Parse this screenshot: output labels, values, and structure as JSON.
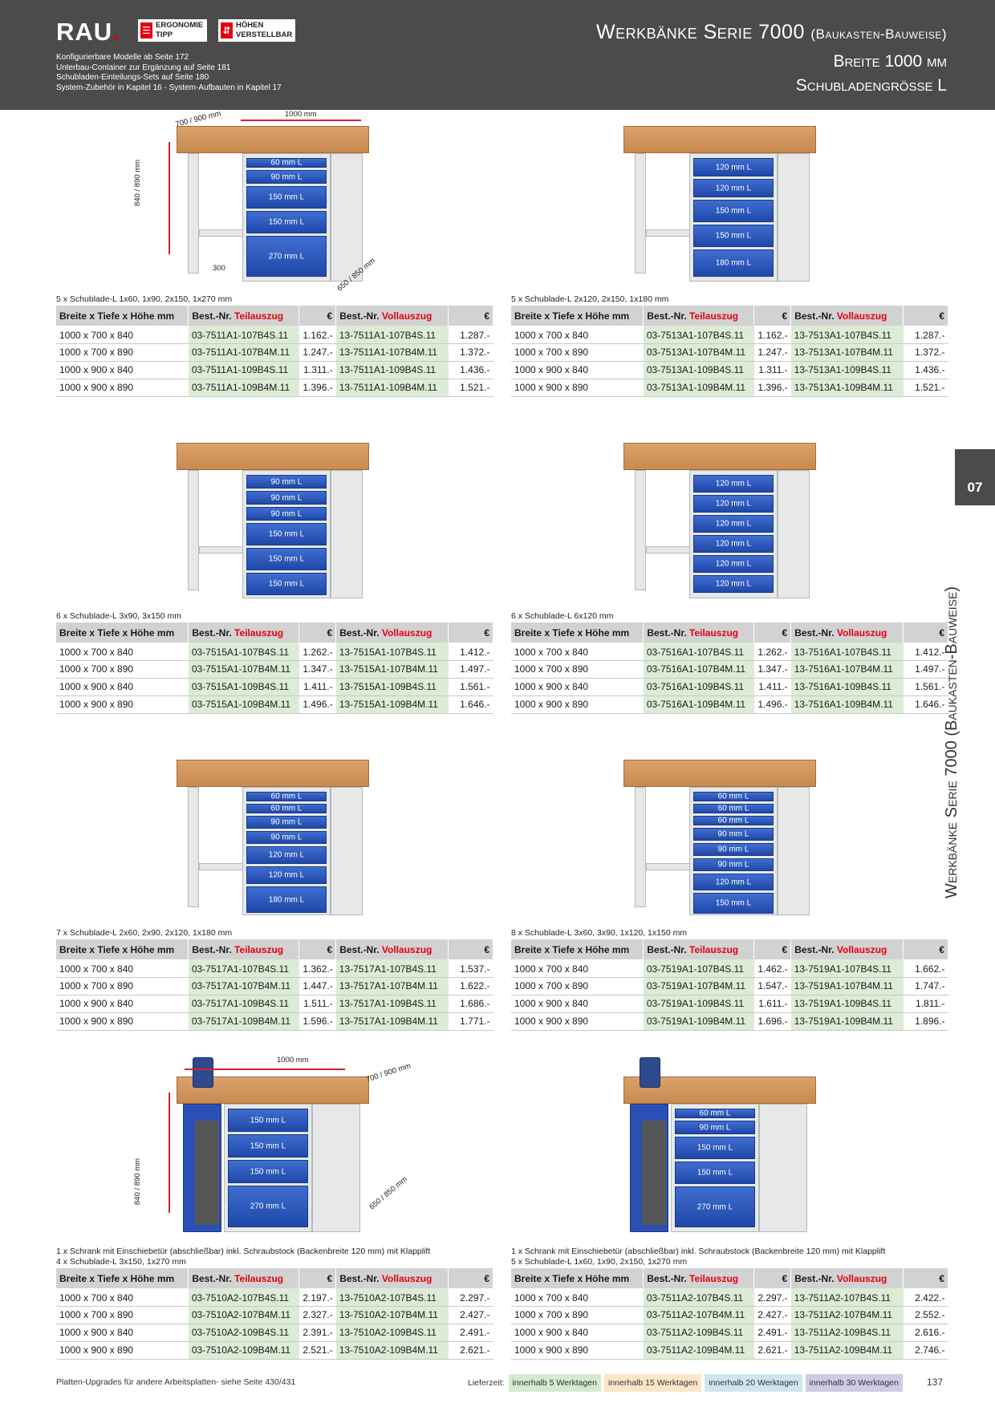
{
  "header": {
    "logo": "RAU",
    "badge_ergonomie": "ERGONOMIE",
    "badge_tipp": "TIPP",
    "badge_hoehen": "HÖHEN",
    "badge_verstellbar": "VERSTELLBAR",
    "notes": [
      "Konfigurierbare Modelle ab Seite 172",
      "Unterbau-Container zur Ergänzung auf Seite 181",
      "Schubladen-Einteilungs-Sets auf Seite 180",
      "System-Zubehör in Kapitel 16 - System-Aufbauten in Kapitel 17"
    ],
    "title": "Werkbänke Serie 7000",
    "title_suffix": "(Baukasten-Bauweise)",
    "subtitle1": "Breite 1000 mm",
    "subtitle2": "Schubladengrösse L",
    "accent_color": "#e3000f",
    "header_bg": "#4b4b4b"
  },
  "side": {
    "tab": "07",
    "text": "Werkbänke Serie 7000 (Baukasten-Bauweise)"
  },
  "table_headers": {
    "size": "Breite x Tiefe x Höhe mm",
    "best1": "Best.-Nr.",
    "teil": "Teilauszug",
    "eur": "€",
    "best2": "Best.-Nr.",
    "voll": "Vollauszug"
  },
  "dimensions": {
    "depth": "700 / 900 mm",
    "width": "1000 mm",
    "height": "840 / 890 mm",
    "leg": "300",
    "cabinet_depth": "650 / 850 mm"
  },
  "products": [
    {
      "caption": "5 x Schublade-L 1x60, 1x90, 2x150, 1x270 mm",
      "drawers": [
        "60 mm L",
        "90 mm L",
        "150 mm L",
        "150 mm L",
        "270 mm L"
      ],
      "rows": [
        {
          "size": "1000 x 700 x 840",
          "teil": "03-7511A1-107B4S.11",
          "teil_price": "1.162.-",
          "voll": "13-7511A1-107B4S.11",
          "voll_price": "1.287.-"
        },
        {
          "size": "1000 x 700 x 890",
          "teil": "03-7511A1-107B4M.11",
          "teil_price": "1.247.-",
          "voll": "13-7511A1-107B4M.11",
          "voll_price": "1.372.-"
        },
        {
          "size": "1000 x 900 x 840",
          "teil": "03-7511A1-109B4S.11",
          "teil_price": "1.311.-",
          "voll": "13-7511A1-109B4S.11",
          "voll_price": "1.436.-"
        },
        {
          "size": "1000 x 900 x 890",
          "teil": "03-7511A1-109B4M.11",
          "teil_price": "1.396.-",
          "voll": "13-7511A1-109B4M.11",
          "voll_price": "1.521.-"
        }
      ]
    },
    {
      "caption": "5 x Schublade-L 2x120, 2x150, 1x180 mm",
      "drawers": [
        "120 mm L",
        "120 mm L",
        "150 mm L",
        "150 mm L",
        "180 mm L"
      ],
      "rows": [
        {
          "size": "1000 x 700 x 840",
          "teil": "03-7513A1-107B4S.11",
          "teil_price": "1.162.-",
          "voll": "13-7513A1-107B4S.11",
          "voll_price": "1.287.-"
        },
        {
          "size": "1000 x 700 x 890",
          "teil": "03-7513A1-107B4M.11",
          "teil_price": "1.247.-",
          "voll": "13-7513A1-107B4M.11",
          "voll_price": "1.372.-"
        },
        {
          "size": "1000 x 900 x 840",
          "teil": "03-7513A1-109B4S.11",
          "teil_price": "1.311.-",
          "voll": "13-7513A1-109B4S.11",
          "voll_price": "1.436.-"
        },
        {
          "size": "1000 x 900 x 890",
          "teil": "03-7513A1-109B4M.11",
          "teil_price": "1.396.-",
          "voll": "13-7513A1-109B4M.11",
          "voll_price": "1.521.-"
        }
      ]
    },
    {
      "caption": "6 x Schublade-L 3x90, 3x150 mm",
      "drawers": [
        "90 mm L",
        "90 mm L",
        "90 mm L",
        "150 mm L",
        "150 mm L",
        "150 mm L"
      ],
      "rows": [
        {
          "size": "1000 x 700 x 840",
          "teil": "03-7515A1-107B4S.11",
          "teil_price": "1.262.-",
          "voll": "13-7515A1-107B4S.11",
          "voll_price": "1.412.-"
        },
        {
          "size": "1000 x 700 x 890",
          "teil": "03-7515A1-107B4M.11",
          "teil_price": "1.347.-",
          "voll": "13-7515A1-107B4M.11",
          "voll_price": "1.497.-"
        },
        {
          "size": "1000 x 900 x 840",
          "teil": "03-7515A1-109B4S.11",
          "teil_price": "1.411.-",
          "voll": "13-7515A1-109B4S.11",
          "voll_price": "1.561.-"
        },
        {
          "size": "1000 x 900 x 890",
          "teil": "03-7515A1-109B4M.11",
          "teil_price": "1.496.-",
          "voll": "13-7515A1-109B4M.11",
          "voll_price": "1.646.-"
        }
      ]
    },
    {
      "caption": "6 x Schublade-L 6x120 mm",
      "drawers": [
        "120 mm L",
        "120 mm L",
        "120 mm L",
        "120 mm L",
        "120 mm L",
        "120 mm L"
      ],
      "rows": [
        {
          "size": "1000 x 700 x 840",
          "teil": "03-7516A1-107B4S.11",
          "teil_price": "1.262.-",
          "voll": "13-7516A1-107B4S.11",
          "voll_price": "1.412.-"
        },
        {
          "size": "1000 x 700 x 890",
          "teil": "03-7516A1-107B4M.11",
          "teil_price": "1.347.-",
          "voll": "13-7516A1-107B4M.11",
          "voll_price": "1.497.-"
        },
        {
          "size": "1000 x 900 x 840",
          "teil": "03-7516A1-109B4S.11",
          "teil_price": "1.411.-",
          "voll": "13-7516A1-109B4S.11",
          "voll_price": "1.561.-"
        },
        {
          "size": "1000 x 900 x 890",
          "teil": "03-7516A1-109B4M.11",
          "teil_price": "1.496.-",
          "voll": "13-7516A1-109B4M.11",
          "voll_price": "1.646.-"
        }
      ]
    },
    {
      "caption": "7 x Schublade-L 2x60, 2x90, 2x120, 1x180 mm",
      "drawers": [
        "60 mm L",
        "60 mm L",
        "90 mm L",
        "90 mm L",
        "120 mm L",
        "120 mm L",
        "180 mm L"
      ],
      "rows": [
        {
          "size": "1000 x 700 x 840",
          "teil": "03-7517A1-107B4S.11",
          "teil_price": "1.362.-",
          "voll": "13-7517A1-107B4S.11",
          "voll_price": "1.537.-"
        },
        {
          "size": "1000 x 700 x 890",
          "teil": "03-7517A1-107B4M.11",
          "teil_price": "1.447.-",
          "voll": "13-7517A1-107B4M.11",
          "voll_price": "1.622.-"
        },
        {
          "size": "1000 x 900 x 840",
          "teil": "03-7517A1-109B4S.11",
          "teil_price": "1.511.-",
          "voll": "13-7517A1-109B4S.11",
          "voll_price": "1.686.-"
        },
        {
          "size": "1000 x 900 x 890",
          "teil": "03-7517A1-109B4M.11",
          "teil_price": "1.596.-",
          "voll": "13-7517A1-109B4M.11",
          "voll_price": "1.771.-"
        }
      ]
    },
    {
      "caption": "8 x Schublade-L 3x60, 3x90, 1x120, 1x150 mm",
      "drawers": [
        "60 mm L",
        "60 mm L",
        "60 mm L",
        "90 mm L",
        "90 mm L",
        "90 mm L",
        "120 mm L",
        "150 mm L"
      ],
      "rows": [
        {
          "size": "1000 x 700 x 840",
          "teil": "03-7519A1-107B4S.11",
          "teil_price": "1.462.-",
          "voll": "13-7519A1-107B4S.11",
          "voll_price": "1.662.-"
        },
        {
          "size": "1000 x 700 x 890",
          "teil": "03-7519A1-107B4M.11",
          "teil_price": "1.547.-",
          "voll": "13-7519A1-107B4M.11",
          "voll_price": "1.747.-"
        },
        {
          "size": "1000 x 900 x 840",
          "teil": "03-7519A1-109B4S.11",
          "teil_price": "1.611.-",
          "voll": "13-7519A1-109B4S.11",
          "voll_price": "1.811.-"
        },
        {
          "size": "1000 x 900 x 890",
          "teil": "03-7519A1-109B4M.11",
          "teil_price": "1.696.-",
          "voll": "13-7519A1-109B4M.11",
          "voll_price": "1.896.-"
        }
      ]
    },
    {
      "caption": "1 x Schrank mit Einschiebetür (abschließbar) inkl. Schraubstock (Backenbreite 120 mm) mit Klapplift",
      "caption2": "4 x Schublade-L 3x150, 1x270 mm",
      "drawers": [
        "150 mm L",
        "150 mm L",
        "150 mm L",
        "270 mm L"
      ],
      "rows": [
        {
          "size": "1000 x 700 x 840",
          "teil": "03-7510A2-107B4S.11",
          "teil_price": "2.197.-",
          "voll": "13-7510A2-107B4S.11",
          "voll_price": "2.297.-"
        },
        {
          "size": "1000 x 700 x 890",
          "teil": "03-7510A2-107B4M.11",
          "teil_price": "2.327.-",
          "voll": "13-7510A2-107B4M.11",
          "voll_price": "2.427.-"
        },
        {
          "size": "1000 x 900 x 840",
          "teil": "03-7510A2-109B4S.11",
          "teil_price": "2.391.-",
          "voll": "13-7510A2-109B4S.11",
          "voll_price": "2.491.-"
        },
        {
          "size": "1000 x 900 x 890",
          "teil": "03-7510A2-109B4M.11",
          "teil_price": "2.521.-",
          "voll": "13-7510A2-109B4M.11",
          "voll_price": "2.621.-"
        }
      ]
    },
    {
      "caption": "1 x Schrank mit Einschiebetür (abschließbar) inkl. Schraubstock (Backenbreite 120 mm) mit Klapplift",
      "caption2": "5 x Schublade-L 1x60, 1x90, 2x150, 1x270 mm",
      "drawers": [
        "60 mm L",
        "90 mm L",
        "150 mm L",
        "150 mm L",
        "270 mm L"
      ],
      "rows": [
        {
          "size": "1000 x 700 x 840",
          "teil": "03-7511A2-107B4S.11",
          "teil_price": "2.297.-",
          "voll": "13-7511A2-107B4S.11",
          "voll_price": "2.422.-"
        },
        {
          "size": "1000 x 700 x 890",
          "teil": "03-7511A2-107B4M.11",
          "teil_price": "2.427.-",
          "voll": "13-7511A2-107B4M.11",
          "voll_price": "2.552.-"
        },
        {
          "size": "1000 x 900 x 840",
          "teil": "03-7511A2-109B4S.11",
          "teil_price": "2.491.-",
          "voll": "13-7511A2-109B4S.11",
          "voll_price": "2.616.-"
        },
        {
          "size": "1000 x 900 x 890",
          "teil": "03-7511A2-109B4M.11",
          "teil_price": "2.621.-",
          "voll": "13-7511A2-109B4M.11",
          "voll_price": "2.746.-"
        }
      ]
    }
  ],
  "footer": {
    "note": "Platten-Upgrades für andere Arbeitsplatten- siehe Seite 430/431",
    "lieferzeit_label": "Lieferzeit:",
    "lieferzeit": [
      {
        "label": "innerhalb 5 Werktagen",
        "color": "#d5ead0"
      },
      {
        "label": "innerhalb 15 Werktagen",
        "color": "#fbe6c8"
      },
      {
        "label": "innerhalb 20 Werktagen",
        "color": "#cfe6f2"
      },
      {
        "label": "innerhalb 30 Werktagen",
        "color": "#cfcbe3"
      }
    ],
    "page": "137"
  }
}
